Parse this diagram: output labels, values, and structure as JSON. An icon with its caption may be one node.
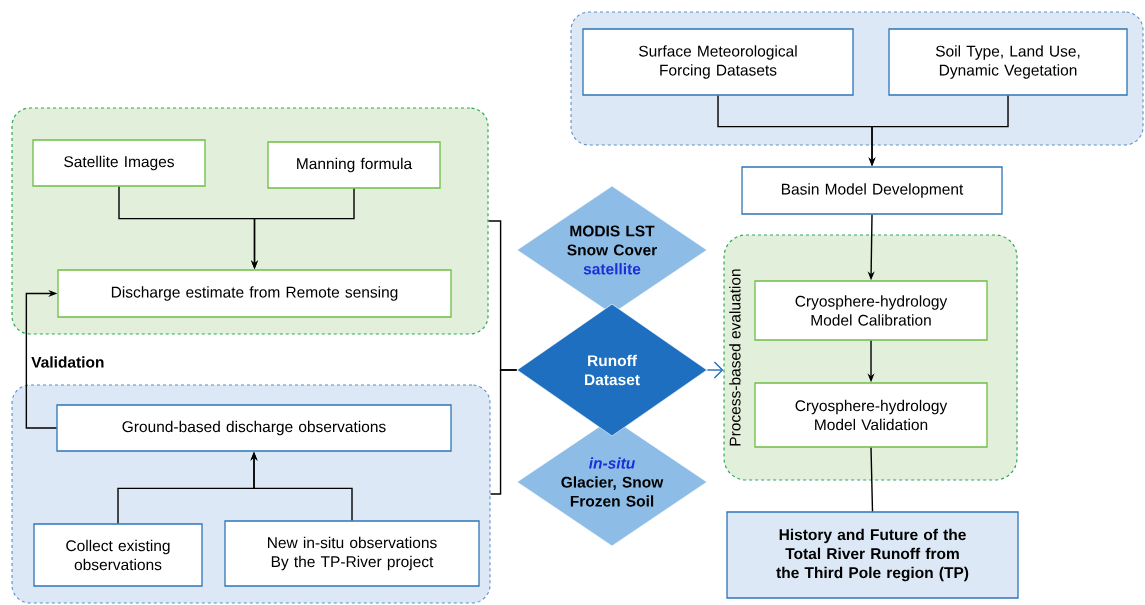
{
  "diagram": {
    "nodes": [
      {
        "text": [],
        "shape": "box"
      },
      {
        "text": [
          "Satellite Images"
        ],
        "in": 0
      },
      {
        "text": [
          "Manning formula"
        ],
        "in": 0
      },
      {
        "text": [
          "Discharge estimate from Remote sensing"
        ],
        "in": 0
      },
      {
        "text": [],
        "shape": "box"
      },
      {
        "text": [
          "Ground-based discharge observations"
        ],
        "in": 4
      },
      {
        "text": [
          "Collect existing observations"
        ],
        "in": 4
      },
      {
        "text": [
          "New in-situ observations By the TP-River project"
        ],
        "in": 4
      },
      {
        "text": [],
        "shape": "box"
      },
      {
        "text": [
          "Surface Meteorological Forcing Datasets"
        ],
        "in": 8
      },
      {
        "text": [
          "Soil Type, Land Use, Dynamic Vegetation"
        ],
        "in": 8
      },
      {
        "text": [
          "Basin Model Development"
        ]
      },
      {
        "text": [
          "MODIS LST Snow Cover",
          "satellite"
        ]
      },
      {
        "text": [
          "Runoff Dataset"
        ]
      },
      {
        "text": [
          "in-situ",
          "Glacier, Snow Frozen Soil"
        ]
      },
      {
        "text": [
          "Process-based evaluation"
        ]
      },
      {
        "text": [
          "Cryosphere-hydrology Model Calibration"
        ],
        "in": 15
      },
      {
        "text": [
          "Cryosphere-hydrology Model Validation"
        ],
        "in": 15
      },
      {
        "text": [
          "History and Future of the Total River Runoff from the Third Pole region (TP)"
        ]
      }
    ],
    "edges": [
      {
        "from": 1,
        "to": 3,
        "arrow": "to"
      },
      {
        "from": 2,
        "to": 3,
        "arrow": "to"
      },
      {
        "from": 5,
        "to": 3,
        "arrow": "to",
        "label": "Validation"
      },
      {
        "from": 6,
        "to": 5,
        "arrow": "to"
      },
      {
        "from": 7,
        "to": 5,
        "arrow": "to"
      },
      {
        "from": 9,
        "to": 11,
        "arrow": "to"
      },
      {
        "from": 10,
        "to": 11,
        "arrow": "to"
      },
      {
        "from": 11,
        "to": 16,
        "arrow": "to"
      },
      {
        "from": 16,
        "to": 17,
        "arrow": "to"
      },
      {
        "from": 17,
        "to": 18,
        "arrow": "none"
      },
      {
        "from": 0,
        "to": 13,
        "arrow": "none"
      },
      {
        "from": 4,
        "to": 13,
        "arrow": "none"
      },
      {
        "from": 13,
        "to": 15,
        "arrow": "to",
        "color": "#1f6fc0"
      }
    ]
  }
}
